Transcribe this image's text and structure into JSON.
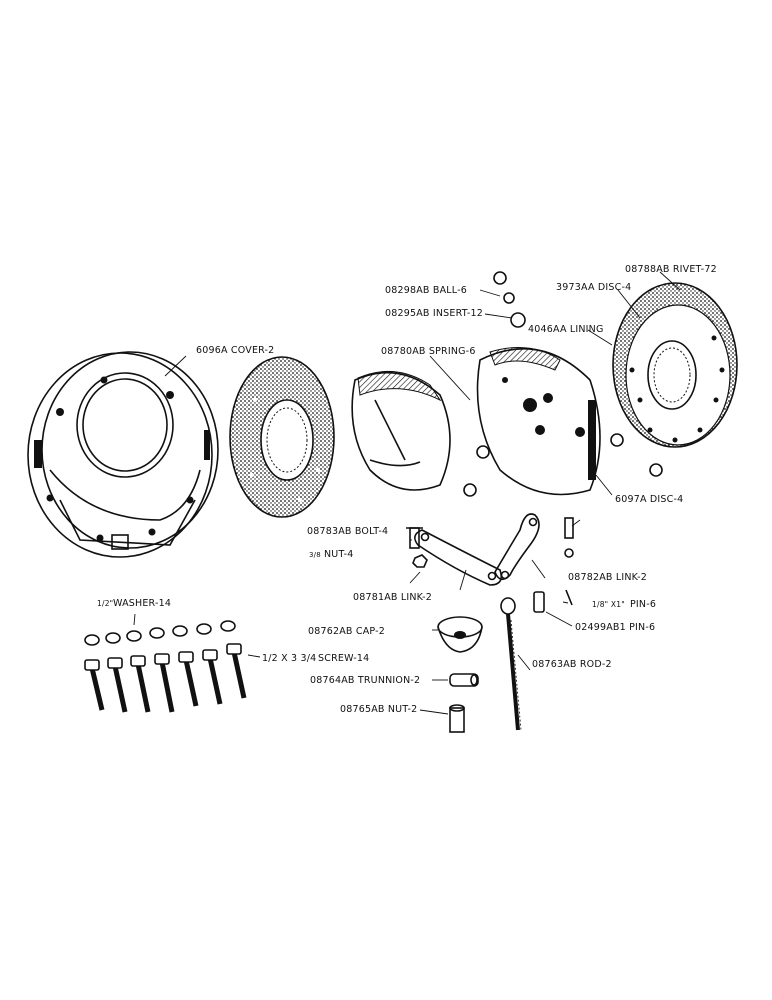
{
  "labels": {
    "cover": "6096A COVER-2",
    "spring": "08780AB SPRING-6",
    "ball": "08298AB BALL-6",
    "insert": "08295AB INSERT-12",
    "lining": "4046AA LINING",
    "disc_outer": "3973AA DISC-4",
    "rivet": "08788AB RIVET-72",
    "disc_inner": "6097A DISC-4",
    "bolt": "08783AB BOLT-4",
    "nut_small_frac": "3/8",
    "nut_small": "NUT-4",
    "link_left": "08781AB LINK-2",
    "link_right": "08782AB LINK-2",
    "pin_small_frac": "1/8\" X1\"",
    "pin_small": "PIN-6",
    "pin_02499": "02499AB1 PIN-6",
    "washer_frac": "1/2\"",
    "washer": "WASHER-14",
    "screw_size": "1/2 X 3 3/4",
    "screw": "SCREW-14",
    "cap": "08762AB CAP-2",
    "rod": "08763AB ROD-2",
    "trunnion": "08764AB TRUNNION-2",
    "nut_large": "08765AB NUT-2"
  }
}
